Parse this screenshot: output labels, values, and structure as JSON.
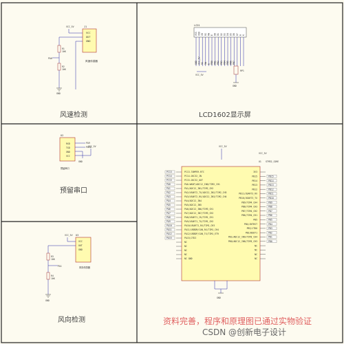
{
  "panels": {
    "wind_speed": {
      "title": "风速检测",
      "module_ref": "J1",
      "module_pins": [
        "VCC",
        "OUT",
        "GND"
      ],
      "module_label": "风速传感器",
      "resistors": [
        {
          "ref": "R1",
          "value": "10K"
        },
        {
          "ref": "R2",
          "value": "10K"
        }
      ],
      "net_pa": "PA0",
      "power": "VCC_5V",
      "ground": "GND"
    },
    "lcd": {
      "title": "LCD1602显示屏",
      "ref": "LCD1",
      "pin_labels": [
        "VSS",
        "VDD",
        "V0",
        "RS",
        "RW",
        "E",
        "D0",
        "D1",
        "D2",
        "D3",
        "D4",
        "D5",
        "D6",
        "D7",
        "A",
        "K"
      ],
      "nets": [
        "GND",
        "VCC_5V",
        "RS",
        "RW",
        "E",
        "PB0",
        "PB1",
        "PB2",
        "PB3",
        "PB4",
        "PB5",
        "PB6",
        "PB7"
      ],
      "pot": "RP1",
      "power": "VCC_5V",
      "ground": "GND"
    },
    "reserved_port": {
      "title": "预留串口",
      "ref": "U2",
      "pins": [
        "RXD",
        "TXD",
        "GND",
        "VCC"
      ],
      "label": "预留串口",
      "nets": [
        "PA9",
        "PA10",
        "GND",
        "VCC_5V"
      ]
    },
    "wind_direction": {
      "title": "风向检测",
      "module_ref": "U3",
      "module_pins": [
        "VCC",
        "OUT",
        "GND"
      ],
      "module_label": "风向传感器",
      "resistors": [
        {
          "ref": "R3",
          "value": "10K"
        },
        {
          "ref": "R4",
          "value": "10K"
        }
      ],
      "net_pa": "PA1",
      "power": "VCC_5V",
      "ground": "GND"
    },
    "mcu": {
      "ref": "U1",
      "part": "STM32_CORE",
      "power": "VCC_5V",
      "power3": "VCC_5V",
      "ground": "GND",
      "left_pins": [
        "PC13-TAMPER-RTC",
        "PC14-OSC32_IN",
        "PC15-OSC32_OUT",
        "PA0-WKUP/ADC12_IN0/TIM2_CH1",
        "PA1/ADC12_IN1/TIM2_CH2",
        "PA2/USART2_TX/ADC12_IN2/TIM2_CH3",
        "PA3/USART2_RX/ADC12_IN3/TIM2_CH4",
        "PA4/ADC12_IN4",
        "PA5/ADC12_IN5",
        "PA6/ADC12_IN6/TIM3_CH1",
        "PA7/ADC12_IN7/TIM3_CH2",
        "PA8/USART1_CK/TIM1_CH1",
        "PA9/USART1_TX/TIM1_CH2",
        "PA10/USART1_RX/TIM1_CH3",
        "PA11/USBDM/CAN_RX/TIM1_CH4",
        "PA12/USBDP/CAN_TX/TIM1_ETR",
        "PA15/JTDI",
        "NC",
        "NC",
        "NC",
        "NC",
        "NC GND"
      ],
      "left_nets": [
        "PC13",
        "PC14",
        "PC15",
        "PA0",
        "PA1",
        "PA2",
        "PA3",
        "PA4",
        "PA5",
        "PA6",
        "PA7",
        "PA8",
        "PA9",
        "PA10",
        "PA11",
        "PA12",
        "PA15"
      ],
      "right_pins": [
        "3V3",
        "PB15",
        "PB14",
        "PB13",
        "PB12",
        "PB11/USART3_RX",
        "PB10/USART3_TX",
        "PB9/TIM4_CH4",
        "PB8/TIM4_CH3",
        "PB7/TIM4_CH2",
        "PB6/TIM4_CH1",
        "PB5",
        "PB4/JNTRST",
        "PB3/JTDO",
        "PB2/BOOT1",
        "PB1/ADC12_IN9/TIM3_CH4",
        "PB0/ADC12_IN8/TIM3_CH3",
        "NC",
        "NC",
        "NC",
        "NC"
      ],
      "right_nets": [
        "PB15",
        "PB14",
        "PB13",
        "PB12",
        "PB11",
        "PB10",
        "PB9",
        "PB8",
        "PB7",
        "PB6",
        "PB5",
        "PB4",
        "PB3",
        "PB2",
        "PB1",
        "PB0"
      ]
    }
  },
  "watermark": {
    "line1": "资料完善，程序和原理图已通过实物验证",
    "line2": "CSDN @创新电子设计"
  }
}
